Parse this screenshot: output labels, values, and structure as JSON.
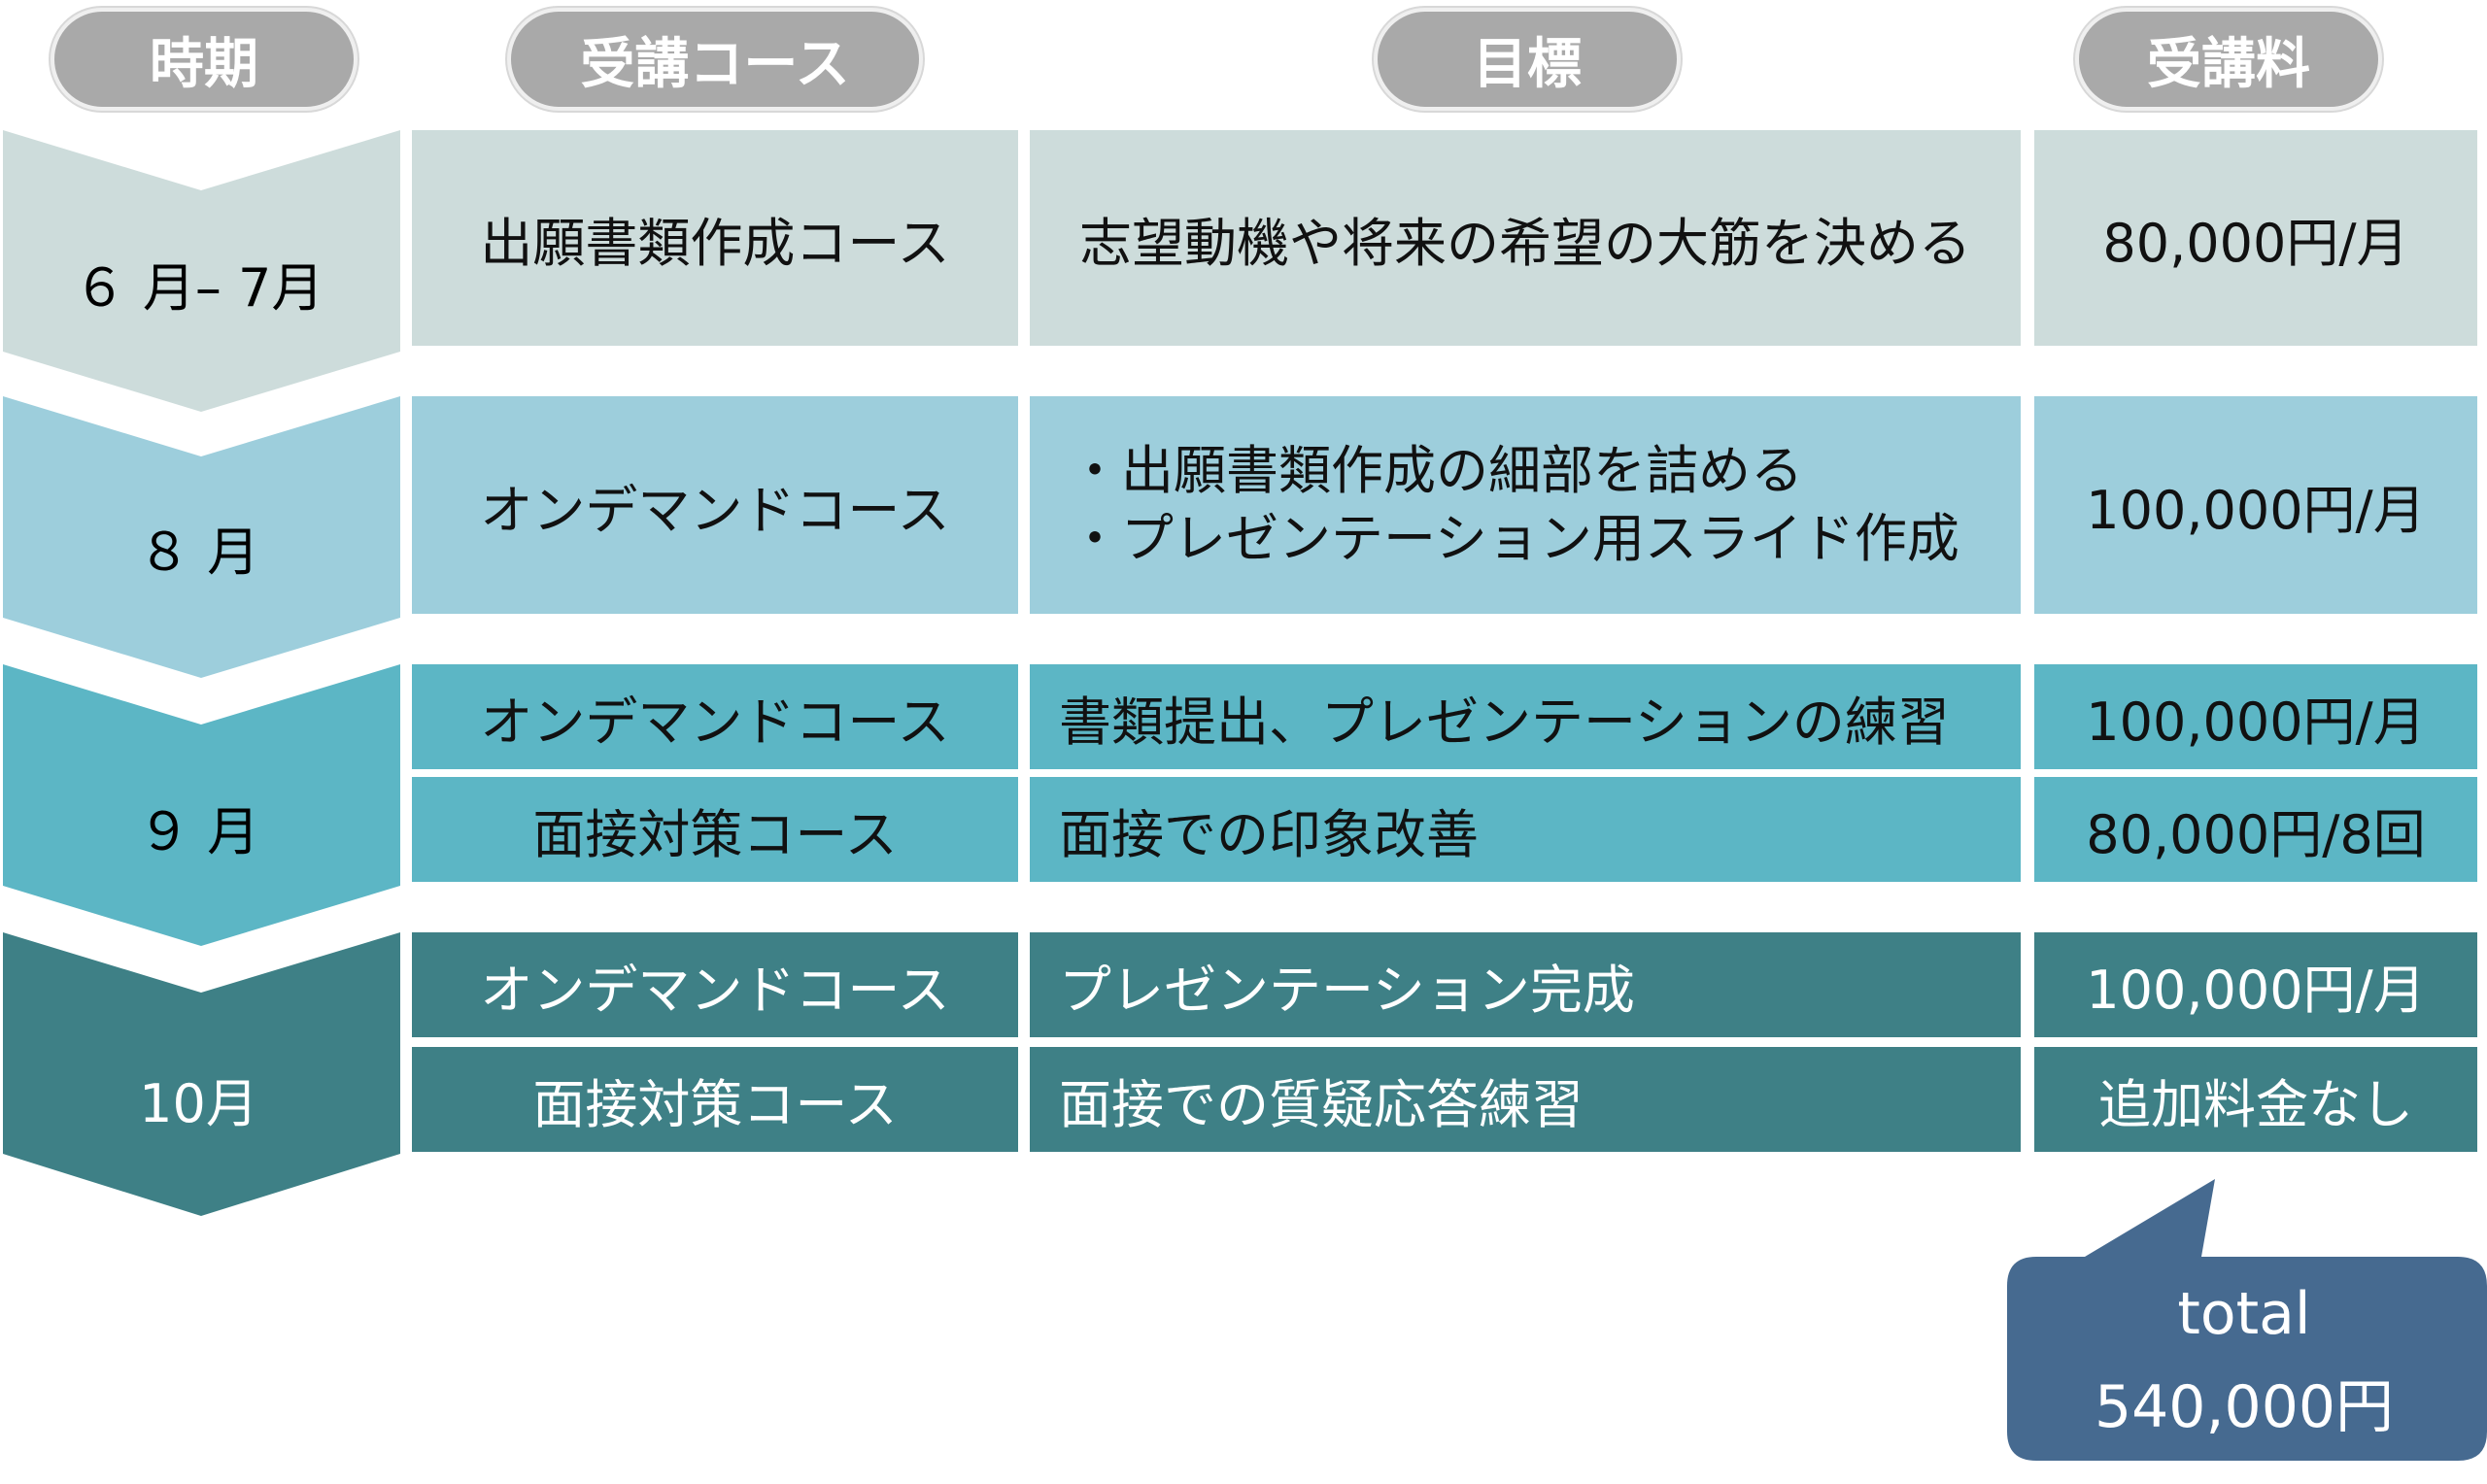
{
  "headers": {
    "period": "時期",
    "course": "受講コース",
    "goal": "目標",
    "fee": "受講料"
  },
  "colors": {
    "stage1": "#cddcdb",
    "stage2": "#9dcedc",
    "stage3": "#5cb6c5",
    "stage4": "#3e8086",
    "header_pill": "#a9a9a9",
    "callout": "#466a90"
  },
  "stages": [
    {
      "period": "６ 月– 7月",
      "rows": [
        {
          "course": "出願書類作成コース",
          "goal": "志望動機や将来の希望の大筋を決める",
          "fee": "80,000円/月"
        }
      ]
    },
    {
      "period": "８ 月",
      "rows": [
        {
          "course": "オンデマンドコース",
          "goal_lines": [
            "・出願書類作成の細部を詰める",
            "・プレゼンテーション用スライド作成"
          ],
          "fee": "100,000円/月"
        }
      ]
    },
    {
      "period": "９ 月",
      "rows": [
        {
          "course": "オンデマンドコース",
          "goal": "書類提出、プレゼンテーションの練習",
          "fee": "100,000円/月"
        },
        {
          "course": "面接対策コース",
          "goal": "面接での印象改善",
          "fee": "80,000円/8回"
        }
      ]
    },
    {
      "period": "10月",
      "rows": [
        {
          "course": "オンデマンドコース",
          "goal": "プレゼンテーション完成",
          "fee": "100,000円/月"
        },
        {
          "course": "面接対策コース",
          "goal": "面接での質疑応答練習",
          "fee": "追加料金なし"
        }
      ]
    }
  ],
  "total": {
    "label": "total",
    "value": "540,000円"
  }
}
